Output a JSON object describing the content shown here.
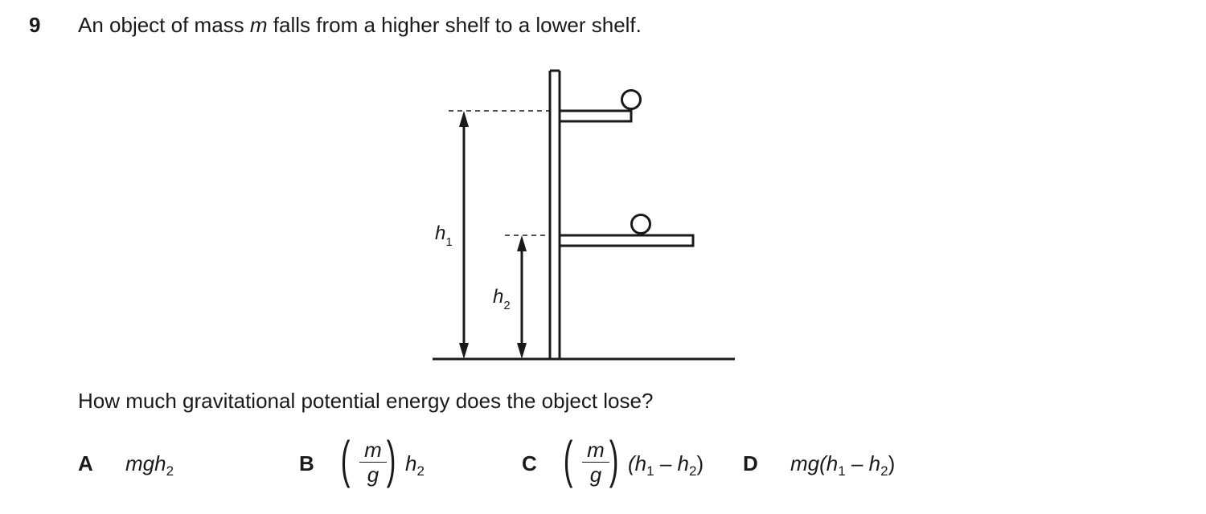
{
  "question": {
    "number": "9",
    "text_before": "An object of mass ",
    "mass_symbol": "m",
    "text_after": " falls from a higher shelf to a lower shelf."
  },
  "diagram": {
    "label_h1": "h",
    "label_h1_sub": "1",
    "label_h2": "h",
    "label_h2_sub": "2"
  },
  "prompt": "How much gravitational potential energy does the object lose?",
  "options": {
    "A": {
      "letter": "A",
      "expr": "mgh",
      "sub": "2"
    },
    "B": {
      "letter": "B",
      "frac_num": "m",
      "frac_den": "g",
      "rest": "h",
      "rest_sub": "2"
    },
    "C": {
      "letter": "C",
      "frac_num": "m",
      "frac_den": "g",
      "open": "(",
      "h1": "h",
      "h1_sub": "1",
      "minus": " – ",
      "h2": "h",
      "h2_sub": "2",
      "close": ")"
    },
    "D": {
      "letter": "D",
      "prefix": "mg(",
      "h1": "h",
      "h1_sub": "1",
      "minus": " – ",
      "h2": "h",
      "h2_sub": "2",
      "close": ")"
    }
  }
}
